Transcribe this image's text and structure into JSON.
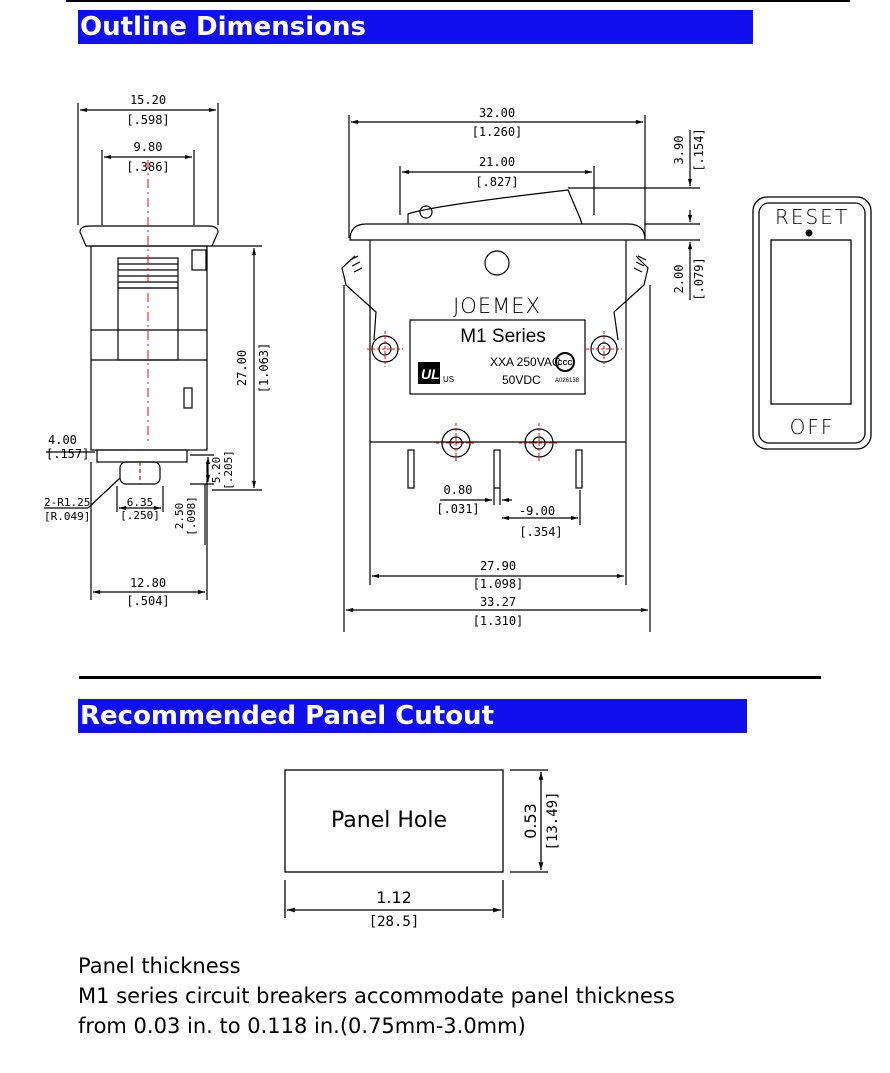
{
  "sections": {
    "outline_title": "Outline Dimensions",
    "cutout_title": "Recommended Panel Cutout"
  },
  "side_view": {
    "d_top_width": "15.20",
    "d_top_width_in": "[.598]",
    "d_bezel": "9.80",
    "d_bezel_in": "[.386]",
    "d_height": "27.00",
    "d_height_in": "[1.063]",
    "d_4": "4.00",
    "d_4_in": "[.157]",
    "d_r": "2-R1.25",
    "d_r_in": "[R.049]",
    "d_635": "6.35",
    "d_635_in": "[.250]",
    "d_250": "2.50",
    "d_250_in": "[.098]",
    "d_520": "5.20",
    "d_520_in": "[.205]",
    "d_1280": "12.80",
    "d_1280_in": "[.504]"
  },
  "front_view": {
    "d_32": "32.00",
    "d_32_in": "[1.260]",
    "d_21": "21.00",
    "d_21_in": "[.827]",
    "d_390": "3.90",
    "d_390_in": "[.154]",
    "d_200": "2.00",
    "d_200_in": "[.079]",
    "brand": "JOEMEX",
    "series": "M1  Series",
    "rating_ac": "XXA 250VAC",
    "rating_dc": "50VDC",
    "cert_code": "A026138",
    "d_080": "0.80",
    "d_080_in": "[.031]",
    "d_900": "-9.00",
    "d_900_in": "[.354]",
    "d_2790": "27.90",
    "d_2790_in": "[1.098]",
    "d_3327": "33.27",
    "d_3327_in": "[1.310]"
  },
  "button_view": {
    "reset": "RESET",
    "off": "OFF"
  },
  "cutout": {
    "label": "Panel  Hole",
    "height": "0.53",
    "height_mm": "[13.49]",
    "width": "1.12",
    "width_mm": "[28.5]"
  },
  "notes": {
    "title": "Panel thickness",
    "line1": "M1 series circuit breakers accommodate panel thickness",
    "line2": "from 0.03 in. to 0.118 in.(0.75mm-3.0mm)"
  },
  "colors": {
    "banner": "#1010ee",
    "centerline": "#ff0000"
  }
}
